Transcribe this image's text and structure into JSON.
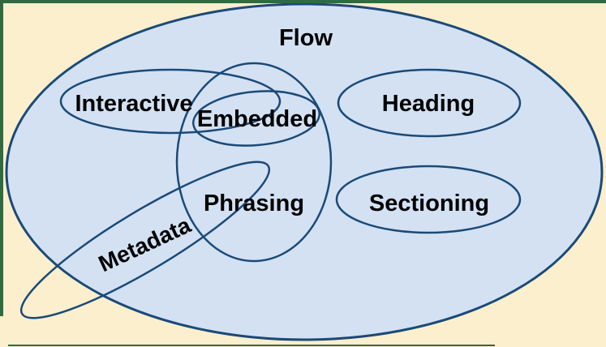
{
  "labels": {
    "flow": "Flow",
    "interactive": "Interactive",
    "embedded": "Embedded",
    "phrasing": "Phrasing",
    "heading": "Heading",
    "sectioning": "Sectioning",
    "metadata": "Metadata"
  },
  "colors": {
    "background": "#FCEFCD",
    "frame_green": "#2F6B40",
    "venn_fill": "#D3E1F3",
    "venn_stroke": "#1A4A78",
    "label_color": "#000000"
  }
}
